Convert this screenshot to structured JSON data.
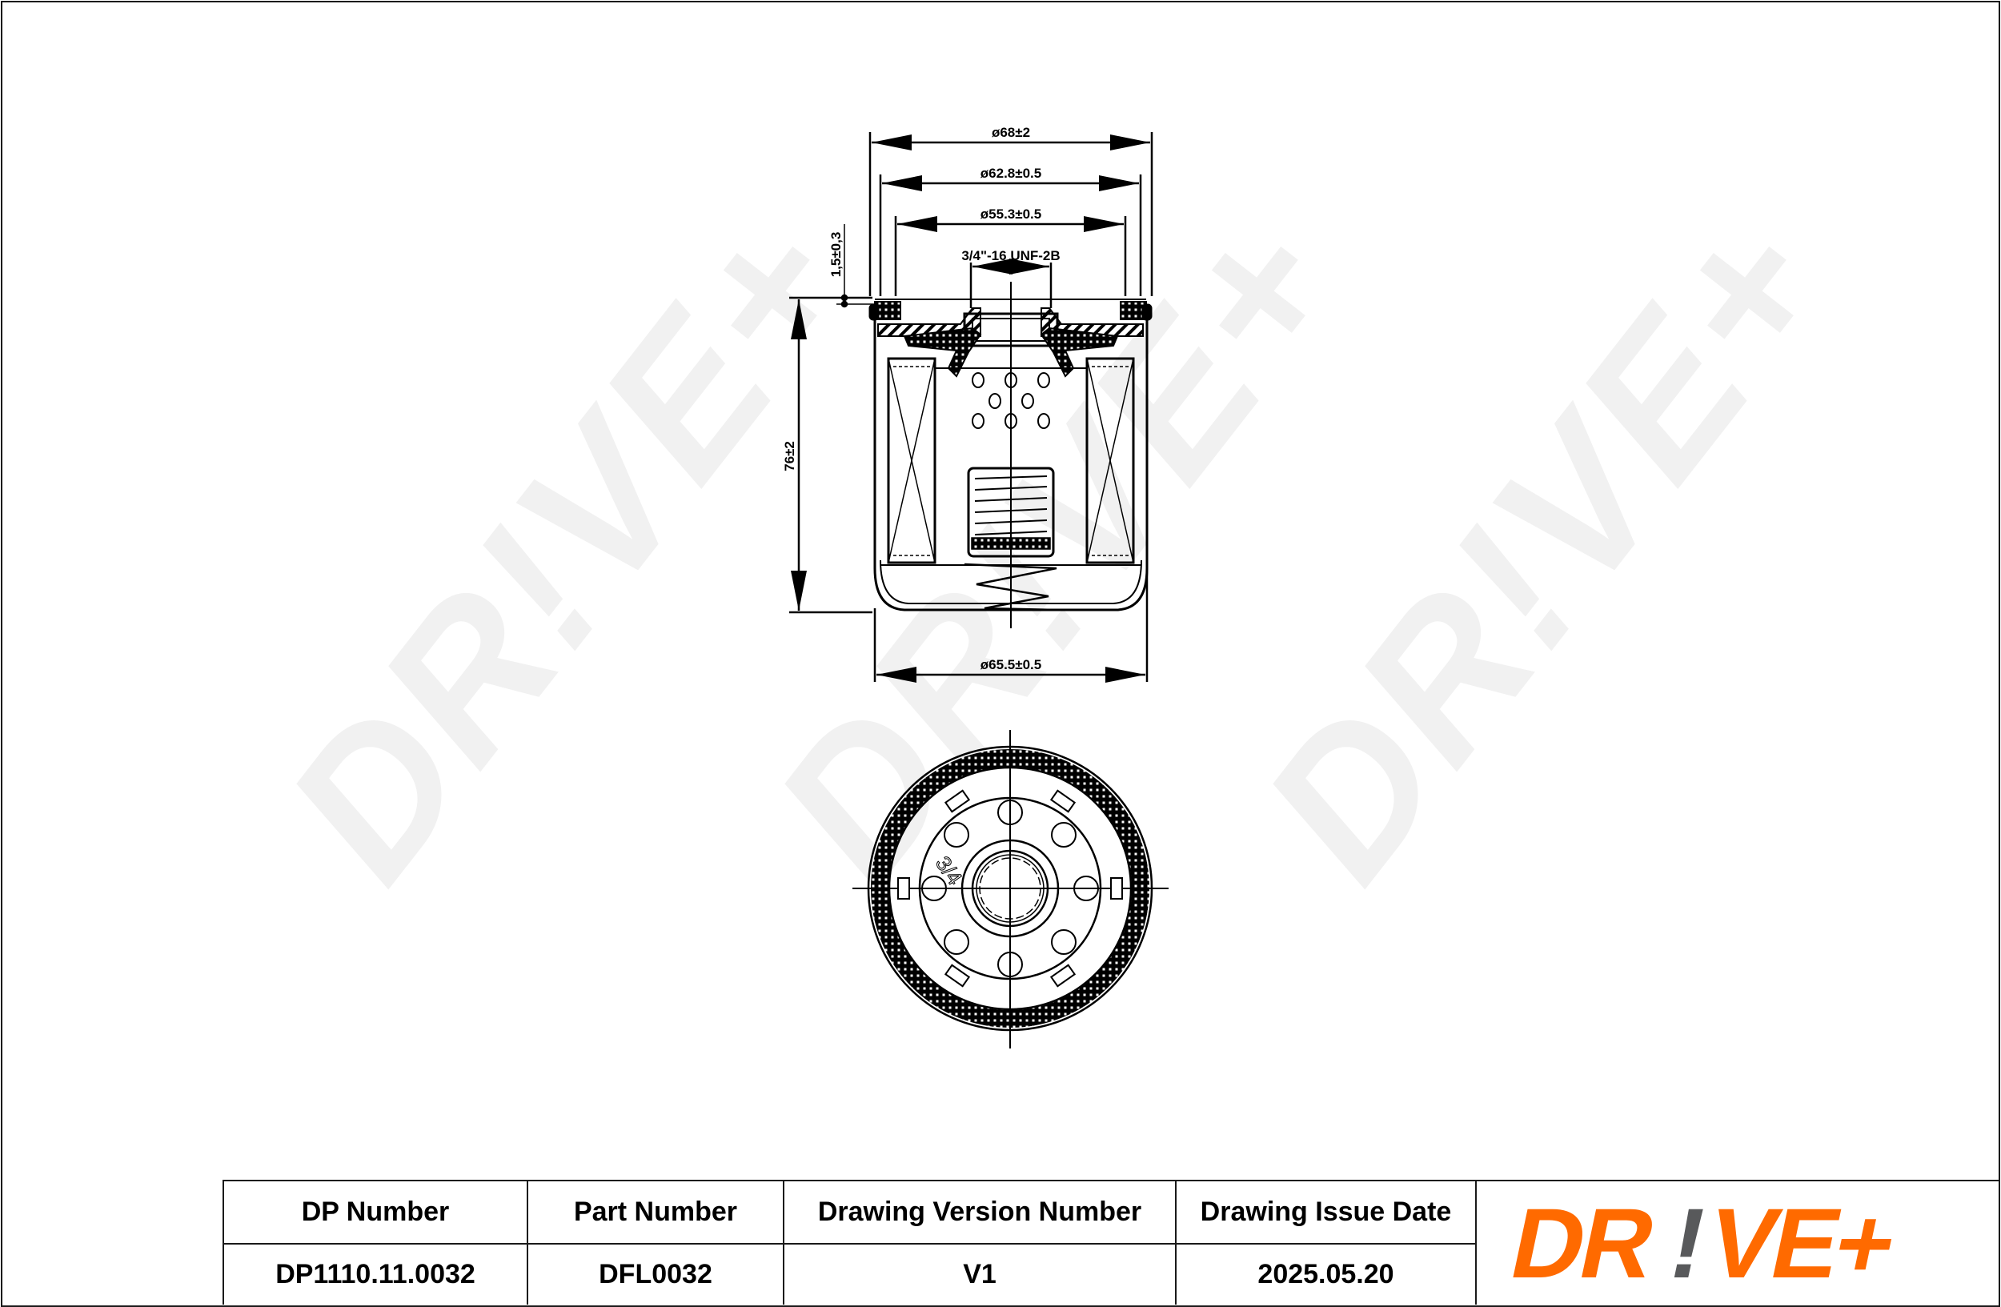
{
  "document": {
    "type": "technical drawing",
    "brand": {
      "logo_text_parts": [
        "DR",
        "!",
        "VE+"
      ],
      "primary_color": "#ff6a00",
      "accent_color": "#58595b",
      "watermark_color": "#f1f1f1"
    }
  },
  "watermarks": [
    "DR!VE+",
    "DR!VE+",
    "DR!VE+"
  ],
  "side_view": {
    "dimensions": {
      "outer_diameter": "ø68±2",
      "gasket_outer_diameter": "ø62.8±0.5",
      "gasket_inner_diameter": "ø55.3±0.5",
      "thread": "3/4\"-16 UNF-2B",
      "gasket_height": "1,5±0,3",
      "height": "76±2",
      "body_diameter": "ø65.5±0.5"
    }
  },
  "top_view": {
    "thread_marking": "3/4"
  },
  "title_block": {
    "columns": [
      {
        "header": "DP Number",
        "value": "DP1110.11.0032"
      },
      {
        "header": "Part Number",
        "value": "DFL0032"
      },
      {
        "header": "Drawing Version Number",
        "value": "V1"
      },
      {
        "header": "Drawing Issue Date",
        "value": "2025.05.20"
      }
    ]
  }
}
